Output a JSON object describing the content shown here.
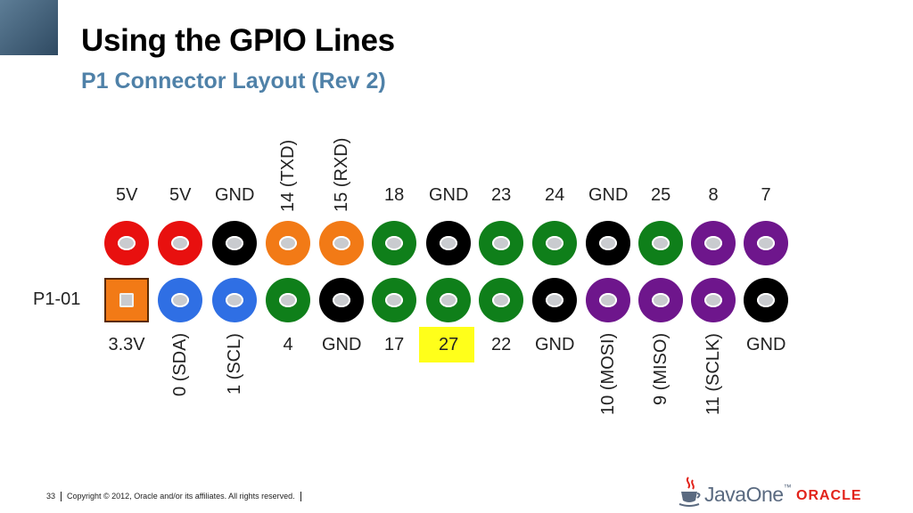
{
  "slide": {
    "title": "Using the GPIO Lines",
    "subtitle": "P1 Connector Layout (Rev 2)",
    "connector_label": "P1-01"
  },
  "colors": {
    "red": "#e8100f",
    "black": "#000000",
    "orange": "#f27a16",
    "green": "#0f7f1a",
    "blue": "#2f6fe4",
    "purple": "#6e168c",
    "highlight": "#ffff1a",
    "subtitle": "#4f81a8",
    "oracle": "#e2231a"
  },
  "top_row": [
    {
      "label": "5V",
      "color": "red"
    },
    {
      "label": "5V",
      "color": "red"
    },
    {
      "label": "GND",
      "color": "black"
    },
    {
      "label": "14 (TXD)",
      "color": "orange"
    },
    {
      "label": "15 (RXD)",
      "color": "orange"
    },
    {
      "label": "18",
      "color": "green"
    },
    {
      "label": "GND",
      "color": "black"
    },
    {
      "label": "23",
      "color": "green"
    },
    {
      "label": "24",
      "color": "green"
    },
    {
      "label": "GND",
      "color": "black"
    },
    {
      "label": "25",
      "color": "green"
    },
    {
      "label": "8",
      "color": "purple"
    },
    {
      "label": "7",
      "color": "purple"
    }
  ],
  "bottom_row": [
    {
      "label": "3.3V",
      "color": "orange",
      "shape": "square"
    },
    {
      "label": "0 (SDA)",
      "color": "blue"
    },
    {
      "label": "1 (SCL)",
      "color": "blue"
    },
    {
      "label": "4",
      "color": "green"
    },
    {
      "label": "GND",
      "color": "black"
    },
    {
      "label": "17",
      "color": "green"
    },
    {
      "label": "27",
      "color": "green",
      "highlighted": true
    },
    {
      "label": "22",
      "color": "green"
    },
    {
      "label": "GND",
      "color": "black"
    },
    {
      "label": "10 (MOSI)",
      "color": "purple"
    },
    {
      "label": "9 (MISO)",
      "color": "purple"
    },
    {
      "label": "11 (SCLK)",
      "color": "purple"
    },
    {
      "label": "GND",
      "color": "black"
    }
  ],
  "footer": {
    "page_number": "33",
    "copyright": "Copyright © 2012, Oracle and/or its affiliates. All rights reserved."
  },
  "logos": {
    "javaone": "JavaOne",
    "javaone_mark": "™",
    "oracle": "ORACLE"
  }
}
